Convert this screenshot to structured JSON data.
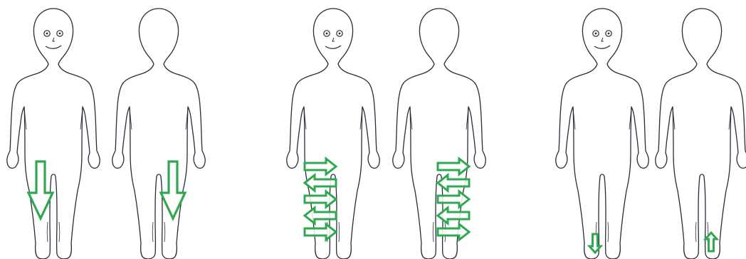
{
  "colors": {
    "background": "#ffffff",
    "outline": "#2b2b3a",
    "arrow": "#2fa84f"
  },
  "figures": [
    {
      "view": "front",
      "face": true,
      "arrows": [
        {
          "direction": "down",
          "size": "large",
          "limb": "right-leg"
        }
      ]
    },
    {
      "view": "back",
      "face": false,
      "arrows": [
        {
          "direction": "down",
          "size": "large",
          "limb": "right-leg"
        }
      ]
    },
    {
      "view": "front",
      "face": true,
      "arrows": [
        {
          "direction": "right",
          "size": "medium",
          "limb": "right-leg"
        },
        {
          "direction": "left",
          "size": "medium",
          "limb": "right-leg"
        },
        {
          "direction": "right",
          "size": "medium",
          "limb": "right-leg"
        },
        {
          "direction": "left",
          "size": "medium",
          "limb": "right-leg"
        },
        {
          "direction": "right",
          "size": "medium",
          "limb": "right-leg"
        }
      ]
    },
    {
      "view": "back",
      "face": false,
      "arrows": [
        {
          "direction": "right",
          "size": "medium",
          "limb": "right-leg"
        },
        {
          "direction": "left",
          "size": "medium",
          "limb": "right-leg"
        },
        {
          "direction": "right",
          "size": "medium",
          "limb": "right-leg"
        },
        {
          "direction": "left",
          "size": "medium",
          "limb": "right-leg"
        },
        {
          "direction": "right",
          "size": "medium",
          "limb": "right-leg"
        }
      ]
    },
    {
      "view": "front",
      "face": true,
      "arrows": [
        {
          "direction": "down",
          "size": "small",
          "limb": "right-foot"
        }
      ]
    },
    {
      "view": "back",
      "face": false,
      "arrows": [
        {
          "direction": "up",
          "size": "small",
          "limb": "right-foot"
        }
      ]
    }
  ]
}
